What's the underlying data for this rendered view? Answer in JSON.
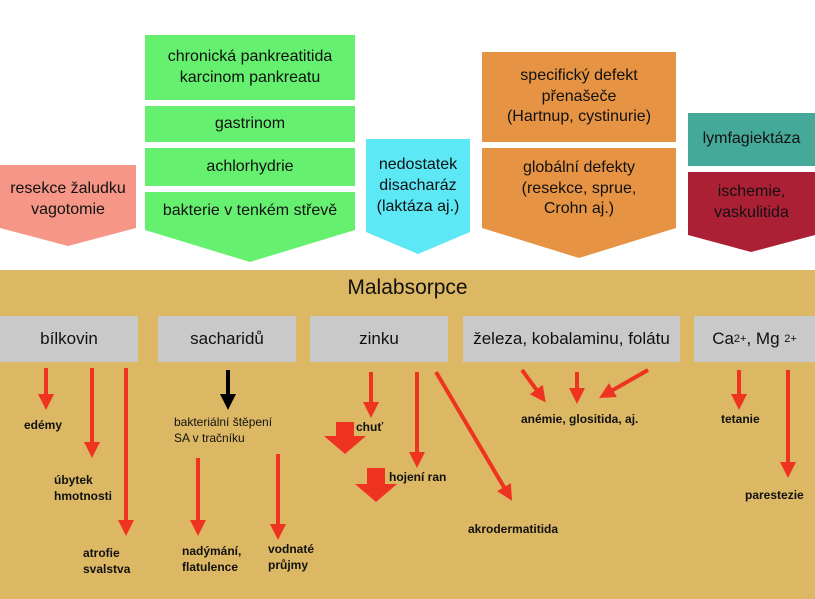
{
  "colors": {
    "panel": "#ddb864",
    "category": "#c9c9c9",
    "green": "#66f06f",
    "salmon": "#f59686",
    "cyan": "#5ce8f5",
    "orange": "#e69343",
    "teal": "#45a99a",
    "crimson": "#ac2036",
    "arrow": "#ee3420",
    "arrow_black": "#000000"
  },
  "causes": {
    "stomach": "resekce žaludku\nvagotomie",
    "pancreas": "chronická pankreatitida\nkarcinom pankreatu",
    "gastrinoma": "gastrinom",
    "achlorhydria": "achlorhydrie",
    "bacteria": "bakterie v tenkém střevě",
    "disaccharidase": "nedostatek\ndisacharáz\n(laktáza aj.)",
    "specific_defect": "specifický defekt\npřenašeče\n(Hartnup, cystinurie)",
    "global_defect": "globální defekty\n(resekce, sprue,\nCrohn aj.)",
    "lymphangiectasia": "lymfagiektáza",
    "ischemia": "ischemie,\nvaskulitida"
  },
  "title": "Malabsorpce",
  "categories": {
    "proteins": "bílkovin",
    "saccharides": "sacharidů",
    "zinc": "zinku",
    "iron": "železa, kobalaminu, folátu",
    "ca": "Ca",
    "ca_sup": "2+",
    "mg": ", Mg ",
    "mg_sup": "2+"
  },
  "effects": {
    "edema": "edémy",
    "weight_loss": "úbytek\nhmotnosti",
    "muscle_atrophy": "atrofie\nsvalstva",
    "bacterial_cleavage": "bakteriální štěpení\nSA v tračníku",
    "flatulence": "nadýmání,\nflatulence",
    "diarrhea": "vodnaté\nprůjmy",
    "taste": "chuť",
    "wound_healing": "hojení ran",
    "acrodermatitis": "akrodermatitida",
    "anemia": "anémie, glositida, aj.",
    "tetany": "tetanie",
    "paresthesia": "parestezie"
  }
}
